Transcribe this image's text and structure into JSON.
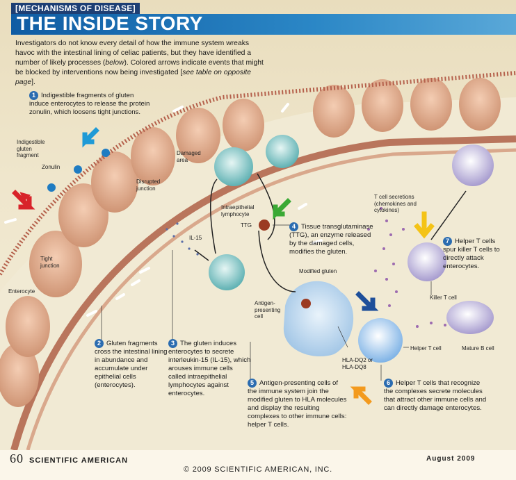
{
  "header": {
    "kicker": "[MECHANISMS OF DISEASE]",
    "title": "THE INSIDE STORY"
  },
  "intro": {
    "part1": "Investigators do not know every detail of how the immune system wreaks havoc with the intestinal lining of celiac patients, but they have identified a number of likely processes (",
    "below": "below",
    "part2": "). Colored arrows indicate events that might be blocked by interventions now being investigated [",
    "see_table": "see table on opposite page",
    "part3": "]."
  },
  "steps": [
    {
      "number": "1",
      "text": "Indigestible fragments of gluten induce enterocytes to release the protein zonulin, which loosens tight junctions."
    },
    {
      "number": "2",
      "text": "Gluten fragments cross the intestinal lining in abundance and accumulate under epithelial cells (enterocytes)."
    },
    {
      "number": "3",
      "text": "The gluten induces enterocytes to secrete interleukin-15 (IL-15), which arouses immune cells called intraepithelial lymphocytes against enterocytes."
    },
    {
      "number": "4",
      "text": "Tissue transglutaminase (TTG), an enzyme released by the damaged cells, modifies the gluten."
    },
    {
      "number": "5",
      "text": "Antigen-presenting cells of the immune system join the modified gluten to HLA molecules and display the resulting complexes to other immune cells: helper T cells."
    },
    {
      "number": "6",
      "text": "Helper T cells that recognize the complexes secrete molecules that attract other immune cells and can directly damage enterocytes."
    },
    {
      "number": "7",
      "text": "Helper T cells spur killer T cells to directly attack enterocytes."
    }
  ],
  "labels": {
    "indigestible_gluten_fragment": "Indigestible gluten fragment",
    "zonulin": "Zonulin",
    "tight_junction": "Tight junction",
    "enterocyte": "Enterocyte",
    "disrupted_junction": "Disrupted junction",
    "damaged_area": "Damaged area",
    "intraepithelial_lymphocyte": "Intraepithelial lymphocyte",
    "il15": "IL-15",
    "ttg": "TTG",
    "modified_gluten": "Modified gluten",
    "antigen_presenting_cell": "Antigen-presenting cell",
    "hla": "HLA-DQ2 or HLA-DQ8",
    "helper_t_cell": "Helper T cell",
    "t_cell_secretions": "T cell secretions (chemokines and cytokines)",
    "killer_t_cell": "Killer T cell",
    "mature_b_cell": "Mature B cell"
  },
  "footer": {
    "page_number": "60",
    "magazine": "SCIENTIFIC AMERICAN",
    "date": "August 2009",
    "copyright": "© 2009 SCIENTIFIC AMERICAN, INC."
  },
  "colors": {
    "title_blue": "#0f5ca3",
    "kicker_navy": "#1e3f74",
    "step_badge": "#2b6cb0",
    "arrow_red": "#d8232a",
    "arrow_blue": "#1f9ad6",
    "arrow_green": "#3aa935",
    "arrow_navy": "#1e4f9a",
    "arrow_orange": "#f39a1e",
    "arrow_yellow": "#f4c317"
  },
  "icons": [
    "red-arrow-icon",
    "blue-arrow-icon",
    "green-arrow-icon",
    "navy-arrow-icon",
    "orange-arrow-icon",
    "yellow-arrow-icon"
  ]
}
